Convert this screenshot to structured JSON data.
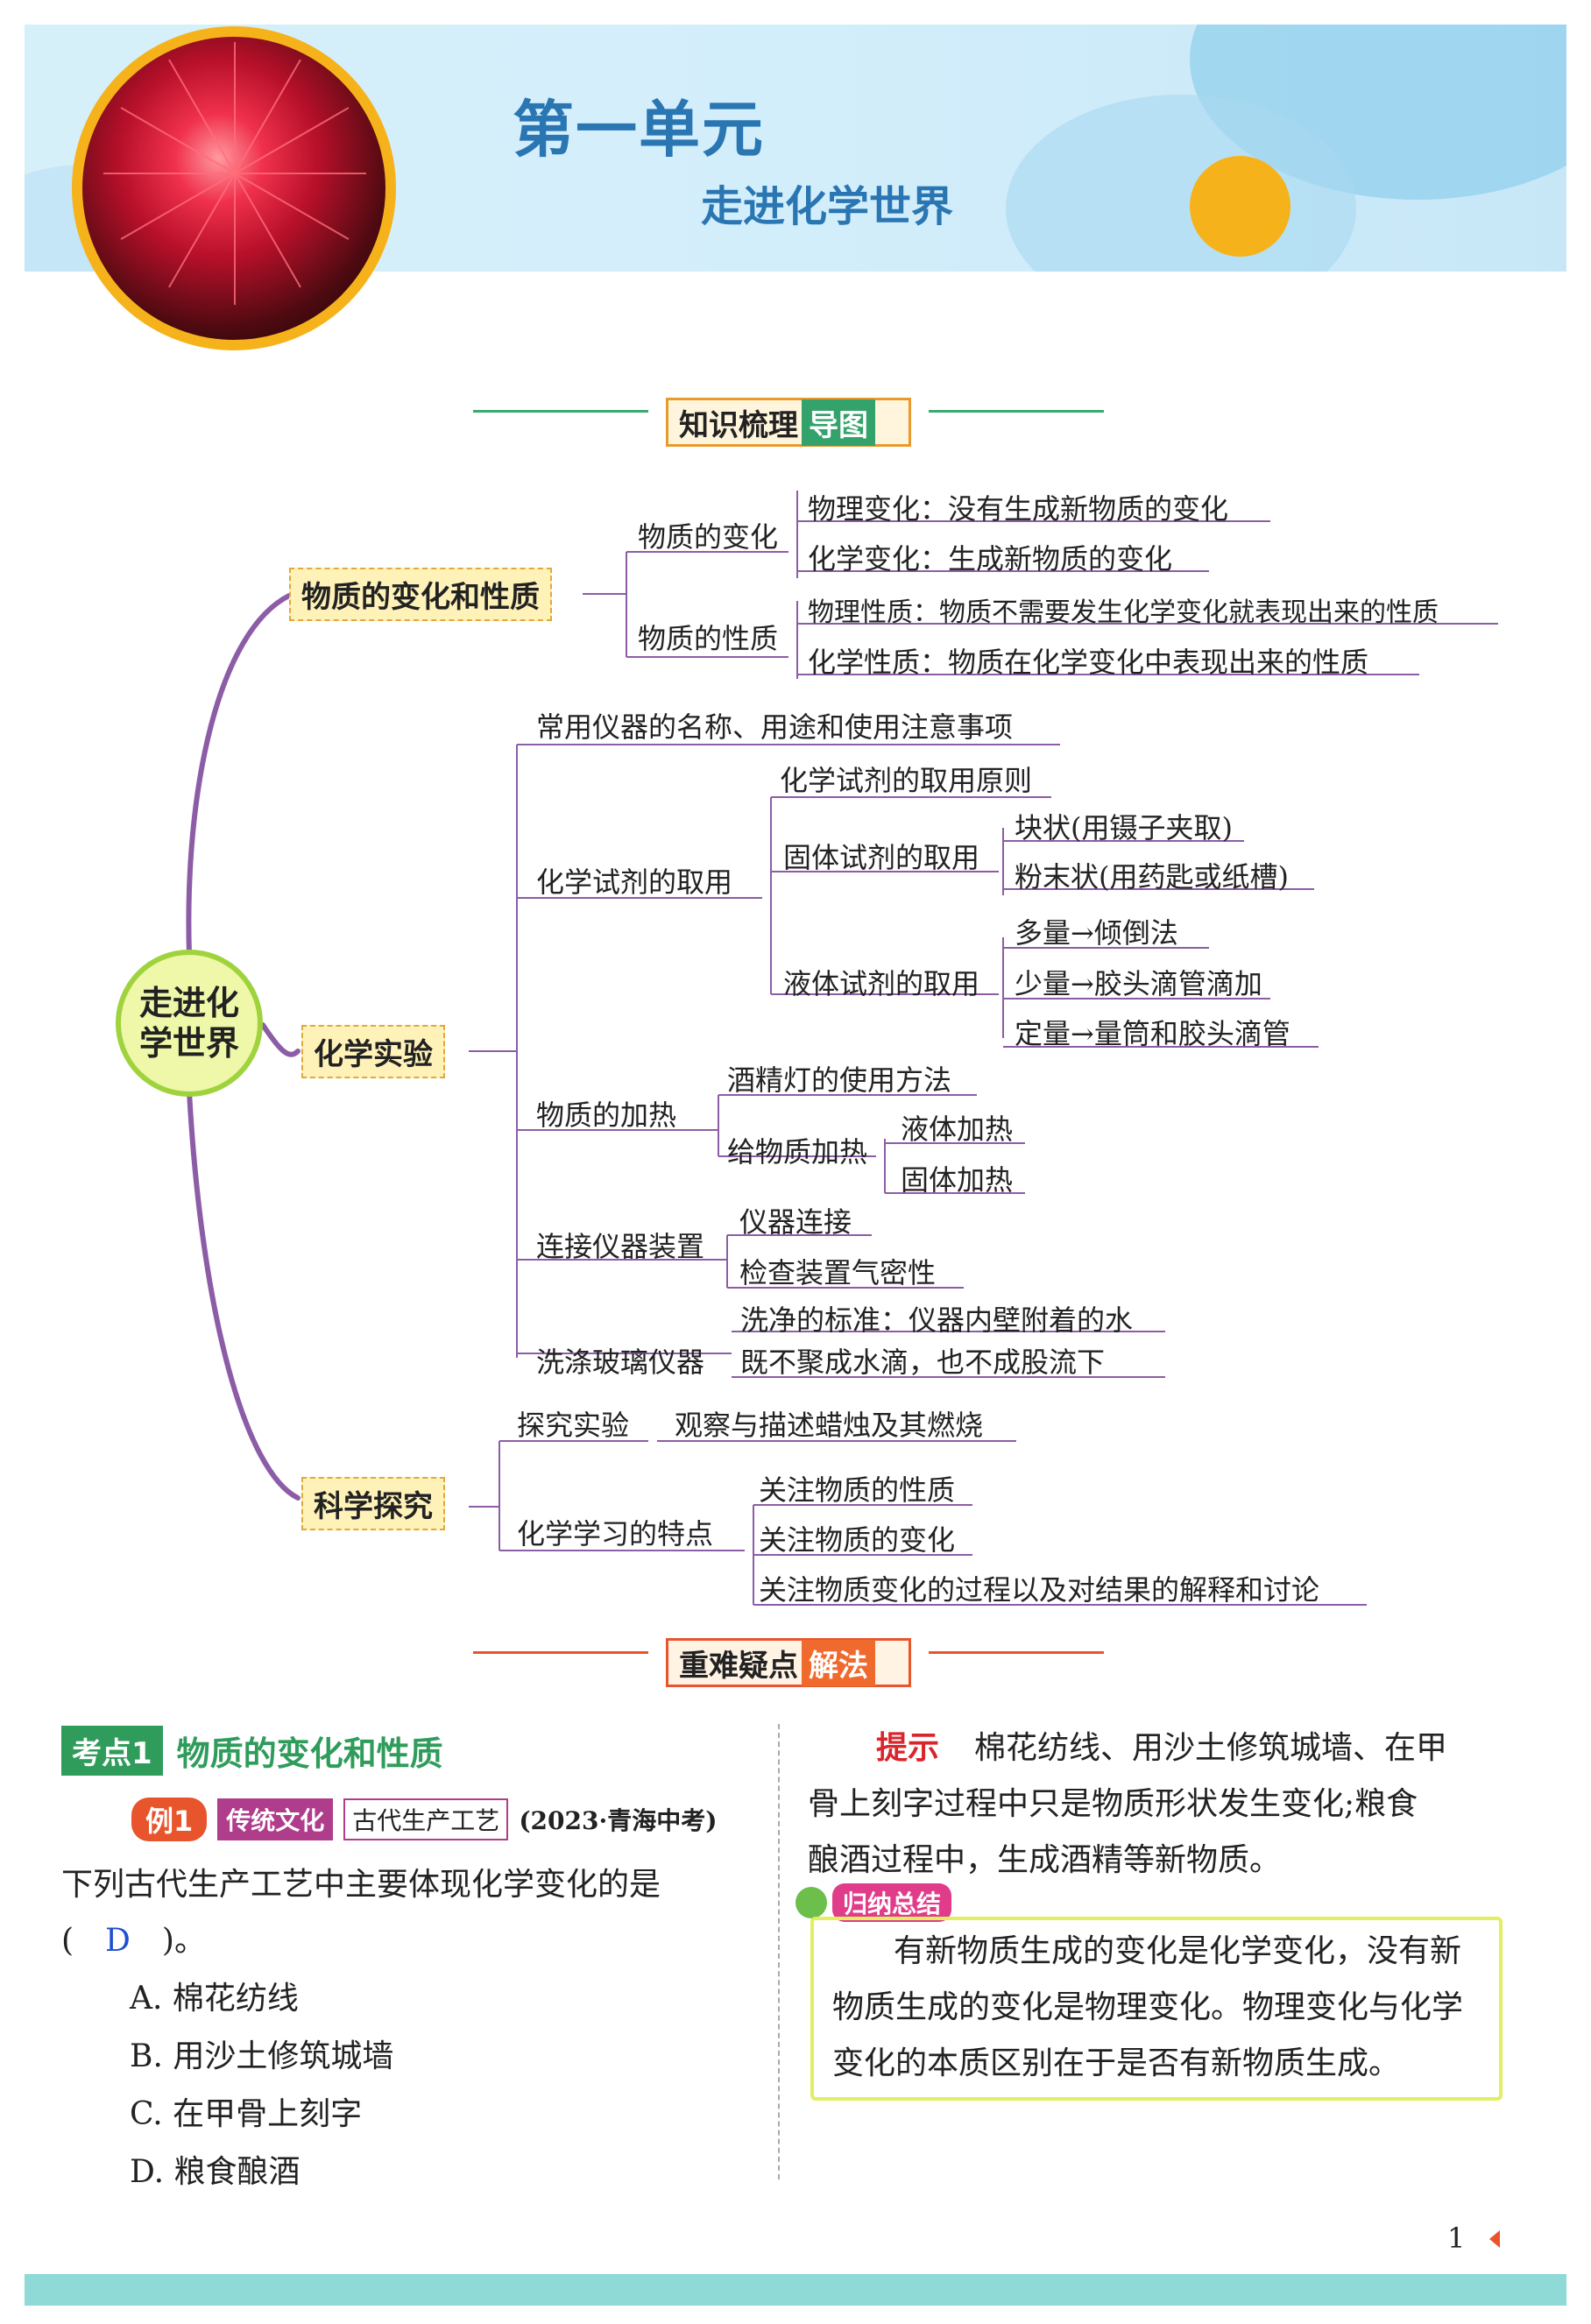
{
  "header": {
    "unit_title": "第一单元",
    "unit_subtitle": "走进化学世界"
  },
  "section1": {
    "title_a": "知识梳理",
    "title_b": "导图"
  },
  "mindmap": {
    "center": {
      "line1": "走进化",
      "line2": "学世界"
    },
    "branch1": {
      "label": "物质的变化和性质",
      "change": {
        "label": "物质的变化",
        "physical": "物理变化：没有生成新物质的变化",
        "chemical": "化学变化：生成新物质的变化"
      },
      "property": {
        "label": "物质的性质",
        "physical": "物理性质：物质不需要发生化学变化就表现出来的性质",
        "chemical": "化学性质：物质在化学变化中表现出来的性质"
      }
    },
    "branch2": {
      "label": "化学实验",
      "instruments": "常用仪器的名称、用途和使用注意事项",
      "reagent": {
        "label": "化学试剂的取用",
        "principle": "化学试剂的取用原则",
        "solid": {
          "label": "固体试剂的取用",
          "block": "块状(用镊子夹取)",
          "powder": "粉末状(用药匙或纸槽)"
        },
        "liquid": {
          "label": "液体试剂的取用",
          "large": "多量→倾倒法",
          "small": "少量→胶头滴管滴加",
          "fixed": "定量→量筒和胶头滴管"
        }
      },
      "heating": {
        "label": "物质的加热",
        "lamp": "酒精灯的使用方法",
        "give": {
          "label": "给物质加热",
          "liquid": "液体加热",
          "solid": "固体加热"
        }
      },
      "connect": {
        "label": "连接仪器装置",
        "a": "仪器连接",
        "b": "检查装置气密性"
      },
      "wash": {
        "label": "洗涤玻璃仪器",
        "line1": "洗净的标准：仪器内壁附着的水",
        "line2": "既不聚成水滴，也不成股流下"
      }
    },
    "branch3": {
      "label": "科学探究",
      "explore": {
        "label": "探究实验",
        "content": "观察与描述蜡烛及其燃烧"
      },
      "feature": {
        "label": "化学学习的特点",
        "a": "关注物质的性质",
        "b": "关注物质的变化",
        "c": "关注物质变化的过程以及对结果的解释和讨论"
      }
    }
  },
  "section2": {
    "title_a": "重难疑点",
    "title_b": "解法"
  },
  "kaodian": {
    "tag": "考点1",
    "title": "物质的变化和性质"
  },
  "example": {
    "tag": "例1",
    "culture": "传统文化",
    "topic": "古代生产工艺",
    "source": "(2023·青海中考)",
    "question": "下列古代生产工艺中主要体现化学变化的是",
    "answer_prefix": "(",
    "answer": "D",
    "answer_suffix": ")。",
    "options": [
      "A. 棉花纺线",
      "B. 用沙土修筑城墙",
      "C. 在甲骨上刻字",
      "D. 粮食酿酒"
    ]
  },
  "hint": {
    "label": "提示",
    "line1": "棉花纺线、用沙土修筑城墙、在甲",
    "line2": "骨上刻字过程中只是物质形状发生变化;粮食",
    "line3": "酿酒过程中，生成酒精等新物质。"
  },
  "summary": {
    "label": "归纳总结",
    "line1": "有新物质生成的变化是化学变化，没有新",
    "line2": "物质生成的变化是物理变化。物理变化与化学",
    "line3": "变化的本质区别在于是否有新物质生成。"
  },
  "page_number": "1",
  "colors": {
    "accent_green": "#34a36b",
    "accent_purple": "#8c5da6",
    "title_blue": "#2a76b3",
    "answer_blue": "#1f4fd0",
    "hint_red": "#d9262c"
  }
}
